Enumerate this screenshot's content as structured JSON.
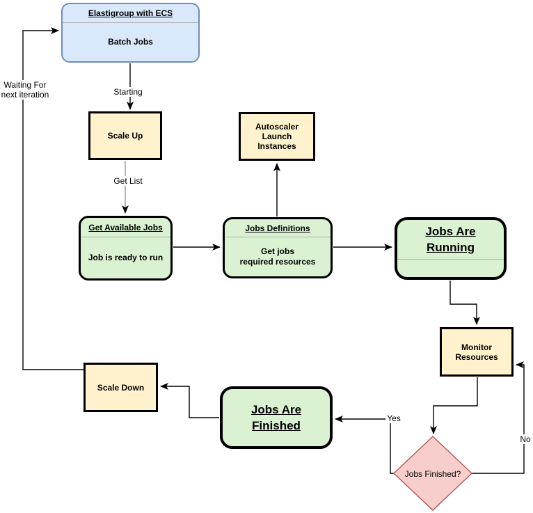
{
  "colors": {
    "blue_fill": "#dae8fc",
    "blue_stroke": "#6c8ebf",
    "yellow_fill": "#fff2cc",
    "green_fill": "#daf2d2",
    "pink_fill": "#f8cecc",
    "pink_stroke": "#b85450",
    "node_stroke": "#000000",
    "divider_gray": "#b3b3b3",
    "edge_black": "#000000",
    "edge_gray": "#999999"
  },
  "nodes": {
    "elastigroup": {
      "title": "Elastigroup with ECS",
      "body": "Batch Jobs"
    },
    "scale_up": {
      "label": "Scale Up"
    },
    "autoscaler": {
      "line1": "Autoscaler",
      "line2": "Launch",
      "line3": "Instances"
    },
    "get_available_jobs": {
      "title": "Get Available Jobs",
      "body": "Job is ready to run"
    },
    "jobs_definitions": {
      "title": "Jobs Definitions",
      "body_line1": "Get jobs",
      "body_line2": "required resources"
    },
    "jobs_are_running": {
      "title_line1": "Jobs Are",
      "title_line2": "Running"
    },
    "monitor_resources": {
      "line1": "Monitor",
      "line2": "Resources"
    },
    "scale_down": {
      "label": "Scale Down"
    },
    "jobs_are_finished": {
      "line1": "Jobs Are",
      "line2": "Finished"
    },
    "decision": {
      "label": "Jobs Finished?"
    }
  },
  "edge_labels": {
    "starting": "Starting",
    "get_list": "Get List",
    "waiting_line1": "Waiting For",
    "waiting_line2": "next iteration",
    "yes": "Yes",
    "no": "No"
  }
}
